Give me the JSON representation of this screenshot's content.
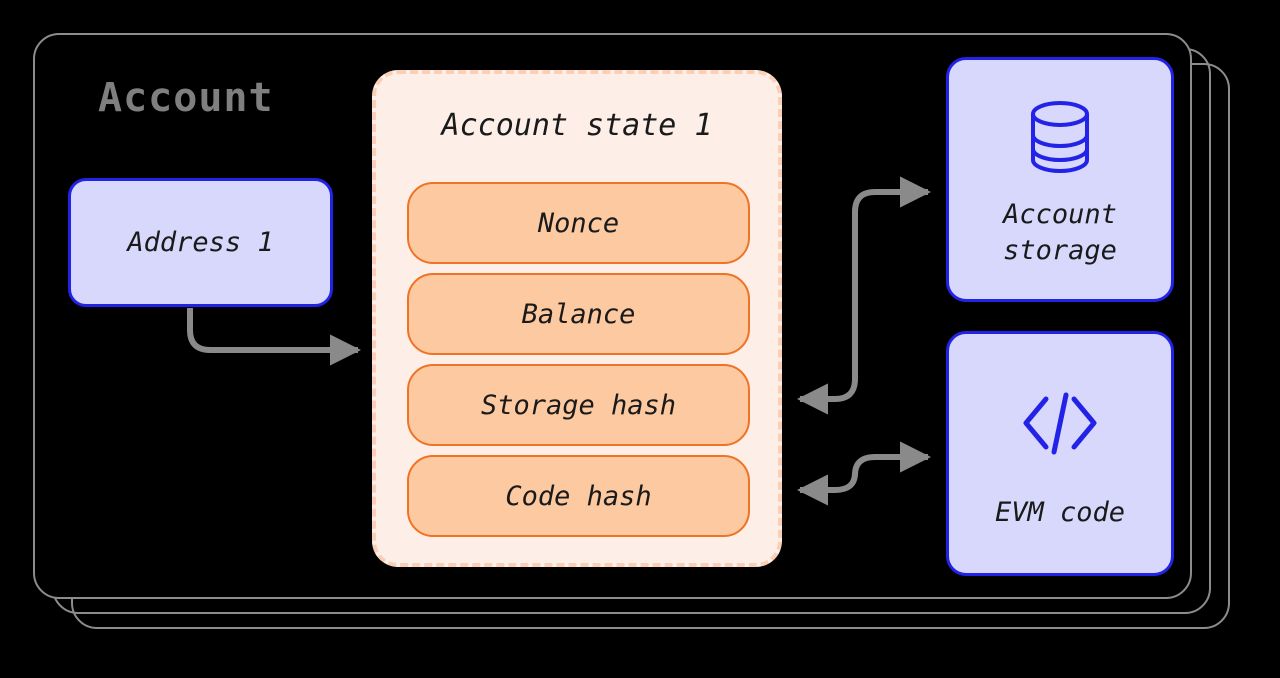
{
  "diagram": {
    "title": "Account",
    "title_color": "#7f7f7f",
    "background": "#000000"
  },
  "address": {
    "label": "Address 1",
    "fill": "#d7d8fb",
    "stroke": "#2323e8"
  },
  "account_state": {
    "title": "Account state 1",
    "panel_fill": "#fdefe8",
    "panel_stroke": "#fbcfb5",
    "field_fill": "#fcc9a1",
    "field_stroke": "#ef7325",
    "fields": [
      {
        "label": "Nonce"
      },
      {
        "label": "Balance"
      },
      {
        "label": "Storage hash"
      },
      {
        "label": "Code hash"
      }
    ]
  },
  "side_cards": [
    {
      "id": "account-storage",
      "label_line_1": "Account",
      "label_line_2": "storage",
      "icon": "database-icon"
    },
    {
      "id": "evm-code",
      "label_line_1": "EVM code",
      "label_line_2": "",
      "icon": "code-icon"
    }
  ],
  "connectors": {
    "color": "#8a8a8a",
    "edges": [
      {
        "from": "Address 1",
        "to": "Account state 1",
        "direction": "one-way"
      },
      {
        "from": "Account storage",
        "to": "Storage hash",
        "direction": "two-way"
      },
      {
        "from": "EVM code",
        "to": "Code hash",
        "direction": "two-way"
      }
    ]
  }
}
